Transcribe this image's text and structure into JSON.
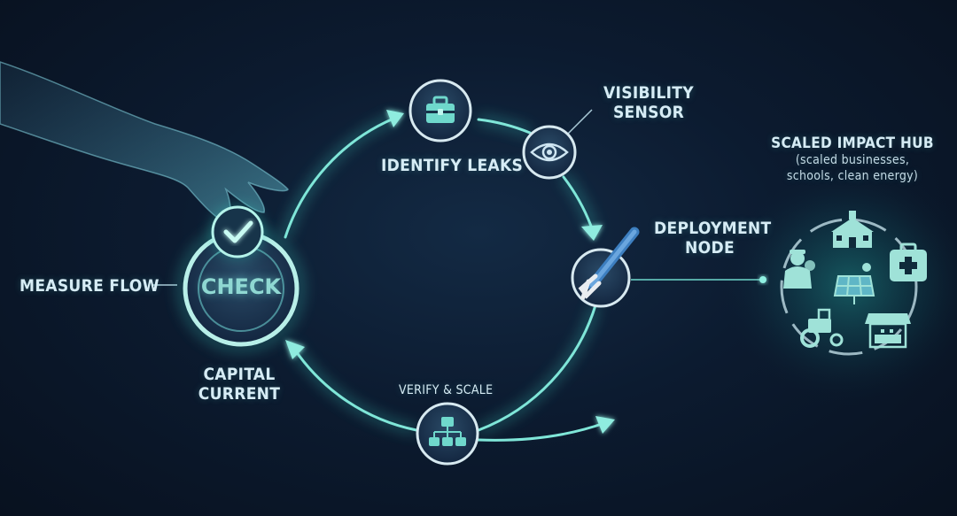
{
  "labels": {
    "measure_flow": "MEASURE FLOW",
    "check": "CHECK",
    "capital_current_1": "CAPITAL",
    "capital_current_2": "CURRENT",
    "identify_leaks": "IDENTIFY LEAKS",
    "visibility_sensor_1": "VISIBILITY",
    "visibility_sensor_2": "SENSOR",
    "deployment_node_1": "DEPLOYMENT",
    "deployment_node_2": "NODE",
    "verify_scale": "VERIFY & SCALE",
    "hub_title": "SCALED IMPACT HUB",
    "hub_sub_1": "(scaled businesses,",
    "hub_sub_2": "schools, clean energy)"
  },
  "icons": {
    "identify": "toolbox-icon",
    "visibility": "eye-icon",
    "deployment": "wrench-icon",
    "verify": "hierarchy-icon",
    "check": "checkmark-icon",
    "hub": [
      "school-icon",
      "medical-kit-icon",
      "solar-panel-icon",
      "tractor-icon",
      "market-stall-icon",
      "worker-icon"
    ]
  },
  "colors": {
    "accent": "#6fe0cf",
    "glow": "#3fd6c6",
    "background": "#0b1729"
  }
}
